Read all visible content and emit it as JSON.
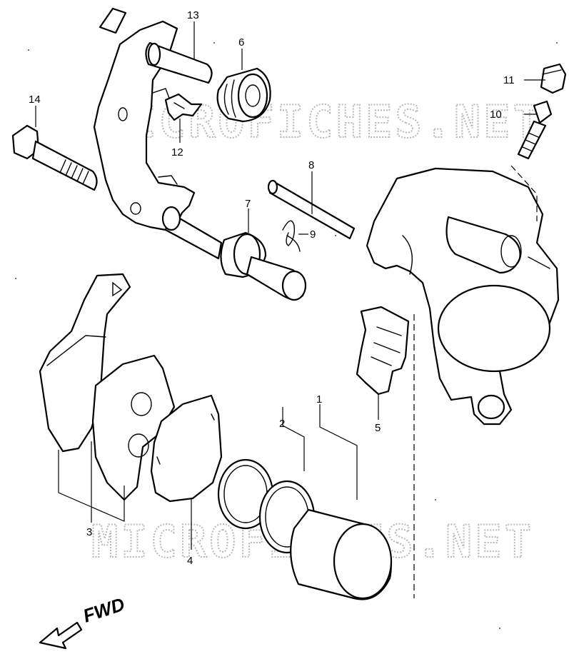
{
  "watermark": "MICROFICHES.NET",
  "direction_label": "FWD",
  "callouts": {
    "p1": "1",
    "p2": "2",
    "p3": "3",
    "p4": "4",
    "p5": "5",
    "p6": "6",
    "p7": "7",
    "p8": "8",
    "p9": "9",
    "p10": "10",
    "p11": "11",
    "p12": "12",
    "p13": "13",
    "p14": "14"
  }
}
